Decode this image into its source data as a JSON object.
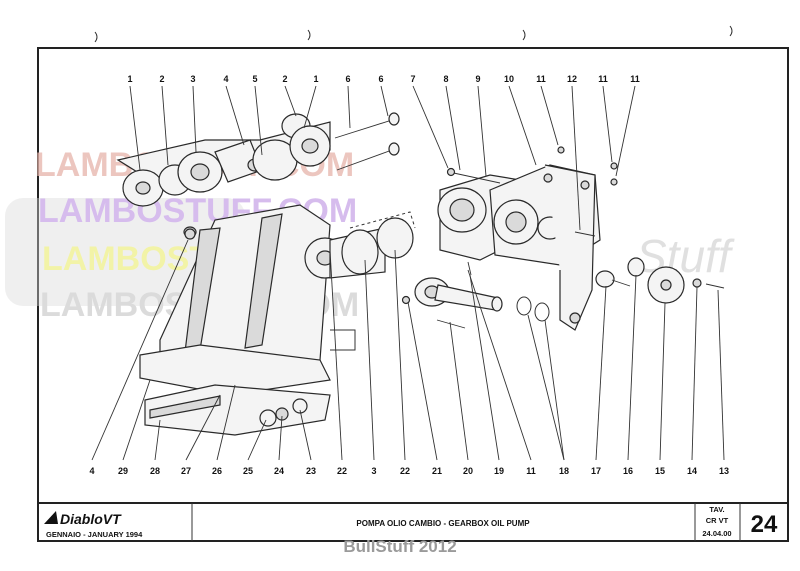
{
  "title_block": {
    "logo_text": "DiabloVT",
    "date": "GENNAIO - JANUARY 1994",
    "title": "POMPA OLIO CAMBIO - GEARBOX OIL PUMP",
    "tav_label": "TAV.",
    "tav_code": "CR VT",
    "tav_ref": "24.04.00",
    "sheet_number": "24"
  },
  "watermark": {
    "lines": [
      "LAMBOSTUFF.COM",
      "LAMBOSTUFF.COM",
      "LAMBOSTUFF.COM",
      "LAMBOSTUFF.COM"
    ],
    "script": "Stuff"
  },
  "top_callouts": [
    "1",
    "2",
    "3",
    "4",
    "5",
    "2",
    "1",
    "6",
    "6",
    "7",
    "8",
    "9",
    "10",
    "11",
    "12",
    "11",
    "11"
  ],
  "bottom_callouts": [
    "4",
    "29",
    "28",
    "27",
    "26",
    "25",
    "24",
    "23",
    "22",
    "3",
    "22",
    "21",
    "20",
    "19",
    "11",
    "18",
    "17",
    "16",
    "15",
    "14",
    "13"
  ],
  "footer_text": "BullStuff 2012",
  "colors": {
    "watermark_red": "#e6b4aa",
    "watermark_purple": "#c9a6e8",
    "watermark_yellow": "#eef08a",
    "watermark_grey": "#cfcfcf",
    "footer_grey": "#9a9a9a"
  }
}
